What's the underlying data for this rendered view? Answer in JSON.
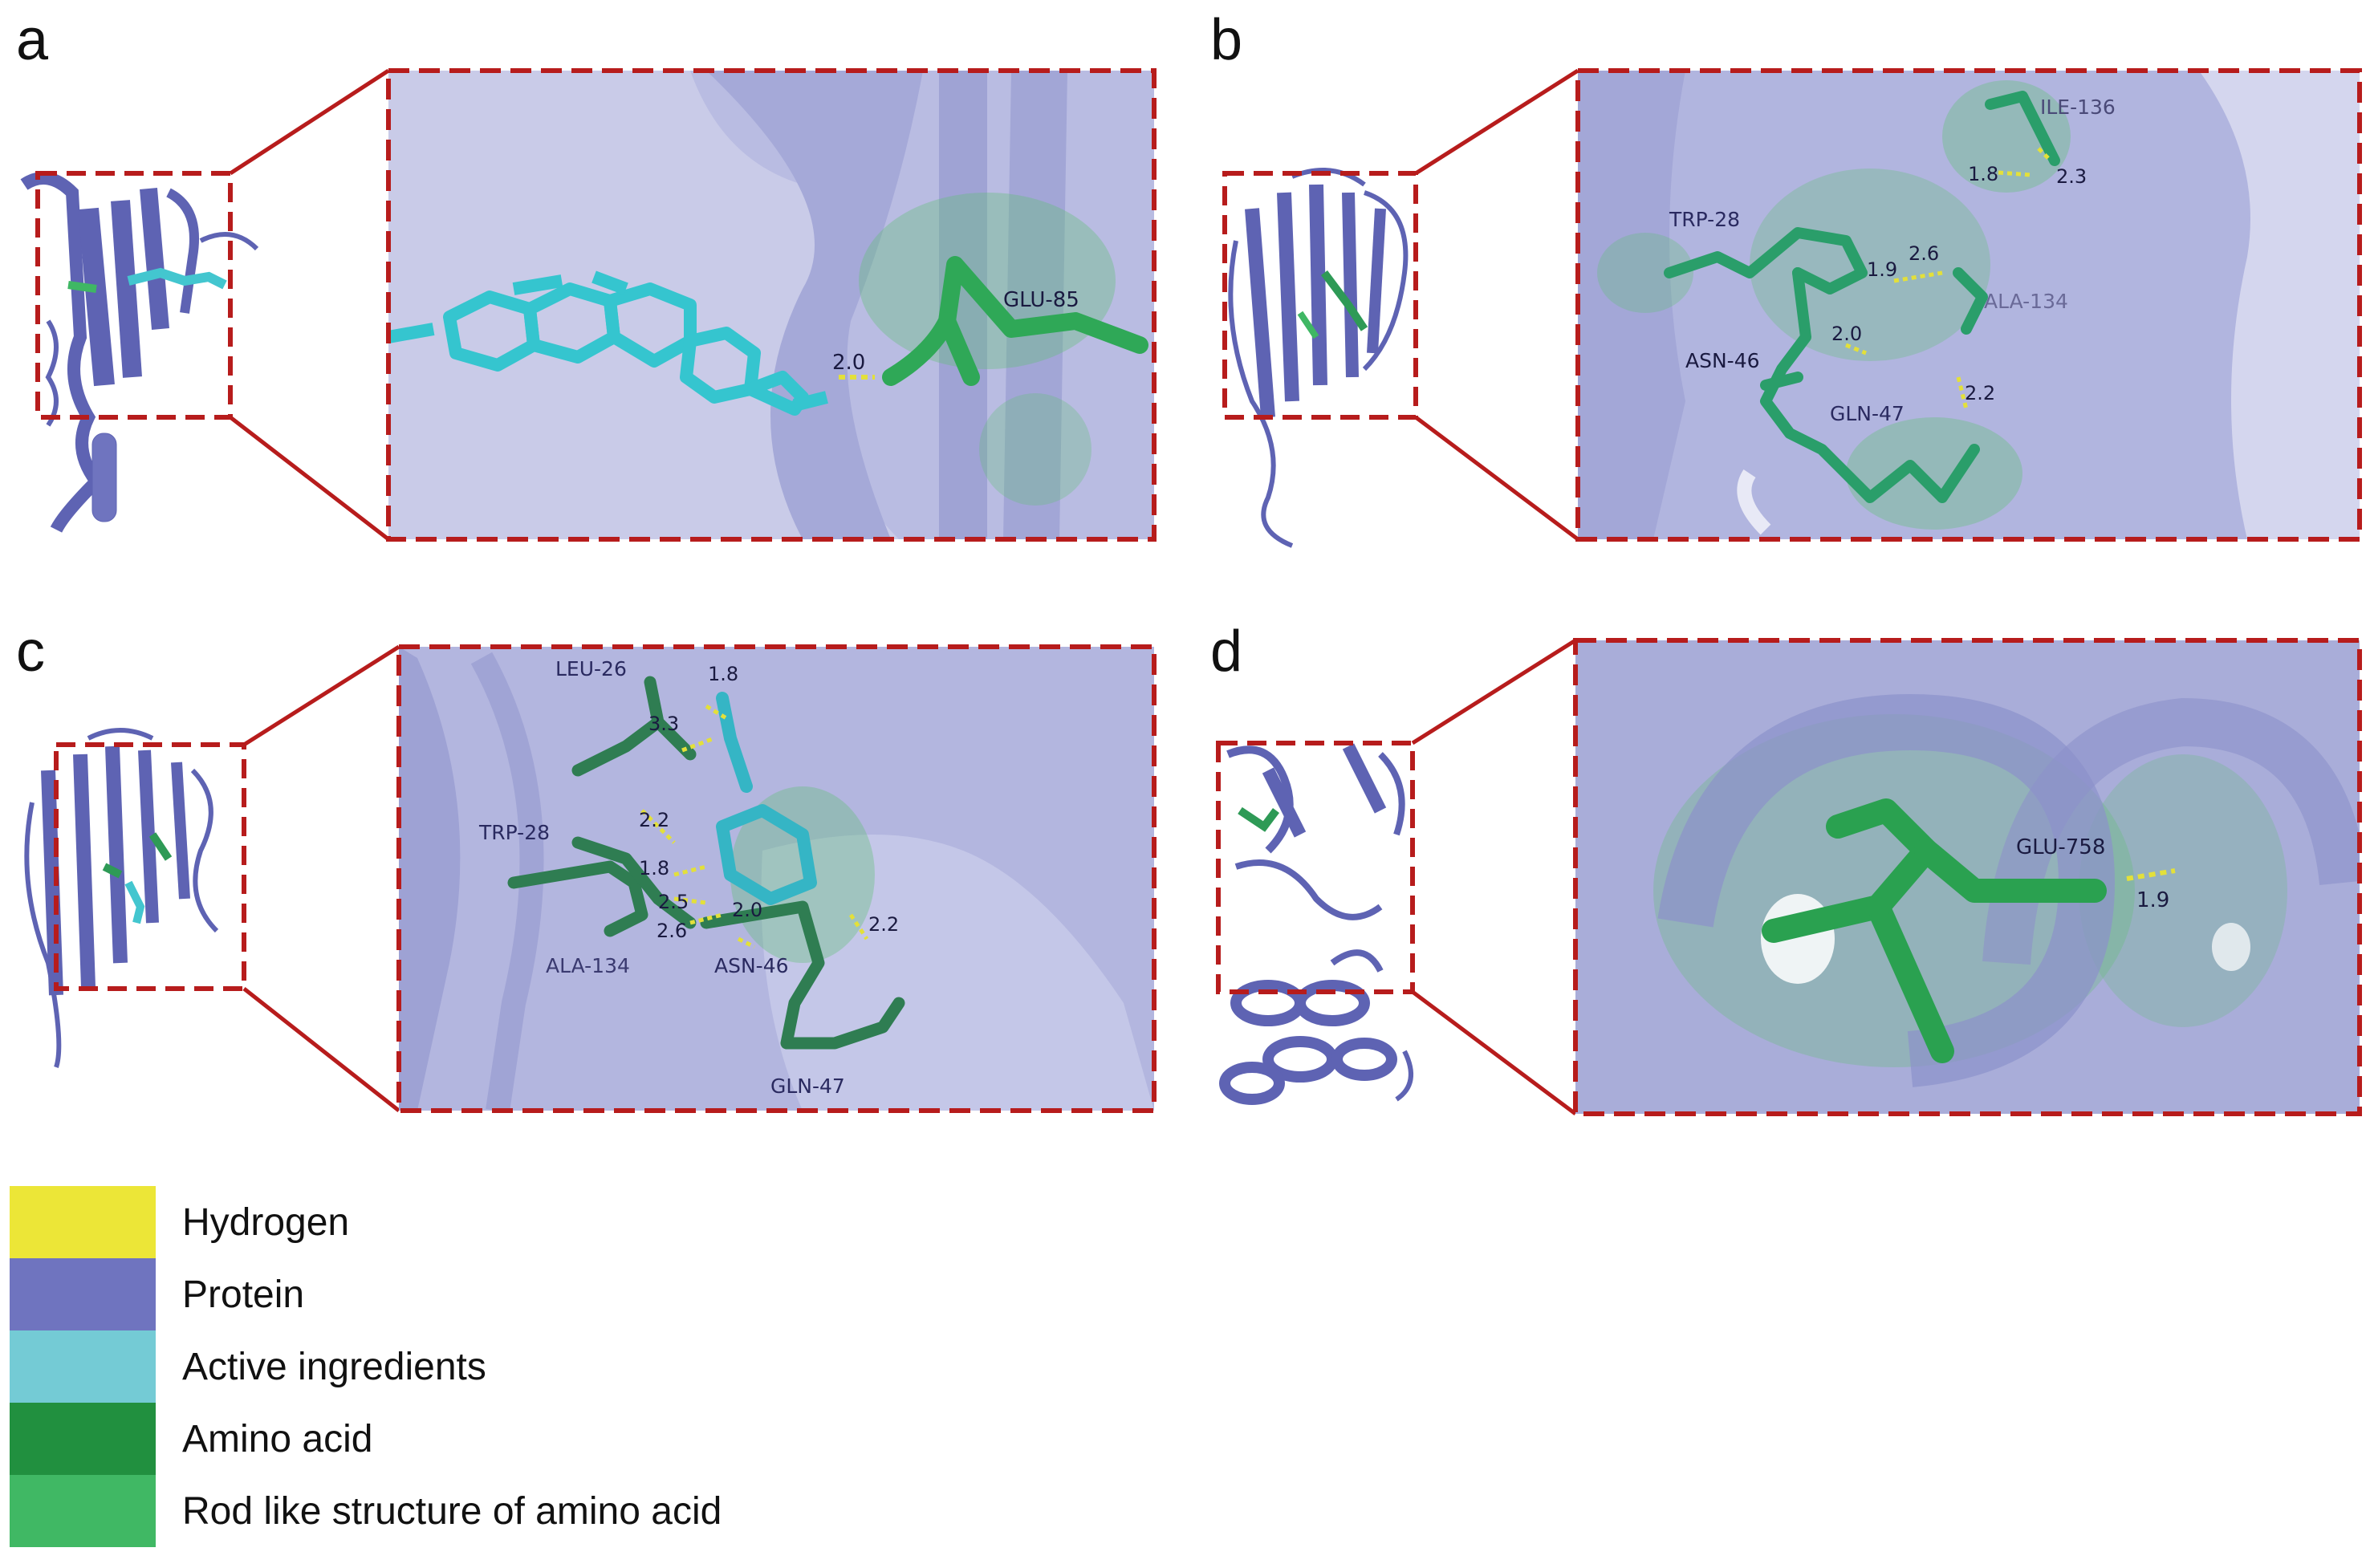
{
  "colors": {
    "frame": "#b71c1c",
    "protein": "#6f74bf",
    "surface": "#aeb2de",
    "active": "#43c6cf",
    "amino": "#2e9a56",
    "rod": "#3fb764",
    "hbond": "#e3e03a"
  },
  "panels": {
    "a": {
      "letter": "a",
      "residues": [
        "GLU-85"
      ],
      "distances": [
        "2.0"
      ]
    },
    "b": {
      "letter": "b",
      "residues": [
        "ILE-136",
        "TRP-28",
        "ALA-134",
        "ASN-46",
        "GLN-47"
      ],
      "distances": [
        "1.8",
        "2.3",
        "1.9",
        "2.6",
        "2.0",
        "2.2"
      ]
    },
    "c": {
      "letter": "c",
      "residues": [
        "LEU-26",
        "TRP-28",
        "ALA-134",
        "ASN-46",
        "GLN-47"
      ],
      "distances": [
        "1.8",
        "3.3",
        "2.2",
        "1.8",
        "2.5",
        "2.6",
        "2.0",
        "2.2"
      ]
    },
    "d": {
      "letter": "d",
      "residues": [
        "GLU-758"
      ],
      "distances": [
        "1.9"
      ]
    }
  },
  "legend": [
    {
      "label": "Hydrogen",
      "color": "#ece637"
    },
    {
      "label": "Protein",
      "color": "#6f74bf"
    },
    {
      "label": "Active ingredients",
      "color": "#74cbd5"
    },
    {
      "label": "Amino acid",
      "color": "#21903f"
    },
    {
      "label": "Rod like structure of amino acid",
      "color": "#40b864"
    }
  ]
}
